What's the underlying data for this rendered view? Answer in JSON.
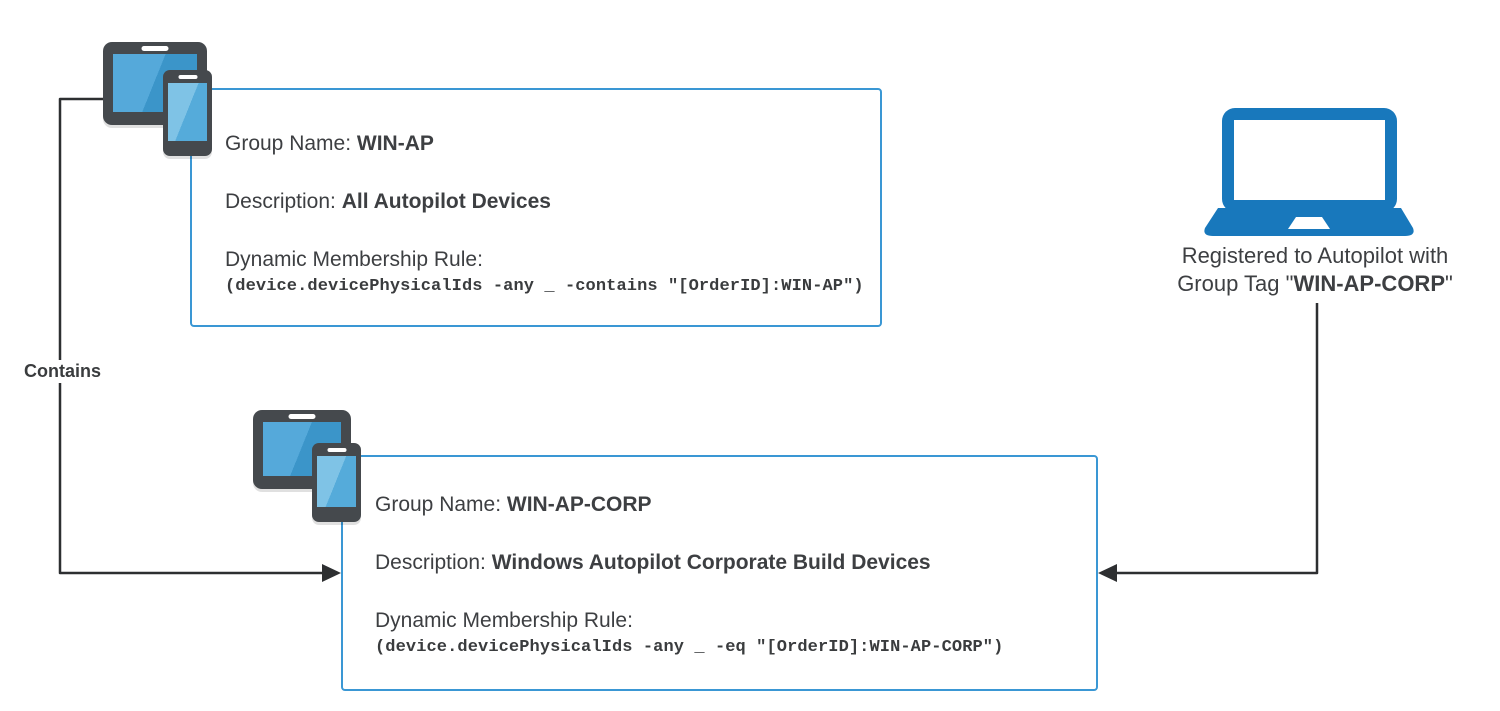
{
  "contains_label": "Contains",
  "boxes": [
    {
      "group_name_label": "Group Name: ",
      "group_name": "WIN-AP",
      "description_label": "Description: ",
      "description": "All Autopilot Devices",
      "rule_label": "Dynamic Membership Rule:",
      "rule_code": "(device.devicePhysicalIds -any _ -contains \"[OrderID]:WIN-AP\")"
    },
    {
      "group_name_label": "Group Name: ",
      "group_name": "WIN-AP-CORP",
      "description_label": "Description: ",
      "description": "Windows Autopilot Corporate Build Devices",
      "rule_label": "Dynamic Membership Rule:",
      "rule_code": "(device.devicePhysicalIds -any _ -eq \"[OrderID]:WIN-AP-CORP\")"
    }
  ],
  "laptop_caption": {
    "line1": "Registered to Autopilot with",
    "line2_prefix": "Group Tag \"",
    "line2_value": "WIN-AP-CORP",
    "line2_suffix": "\""
  },
  "icons": {
    "group_member_icon": "tablet-phone-icon",
    "registered_device_icon": "laptop-icon"
  },
  "colors": {
    "box_border": "#3a97d4",
    "laptop_blue": "#1878bc",
    "tablet_screen": "#479fd2",
    "phone_screen": "#6ab7df",
    "device_frame": "#45494d",
    "arrow": "#2d2f31",
    "text": "#3d3f42"
  }
}
